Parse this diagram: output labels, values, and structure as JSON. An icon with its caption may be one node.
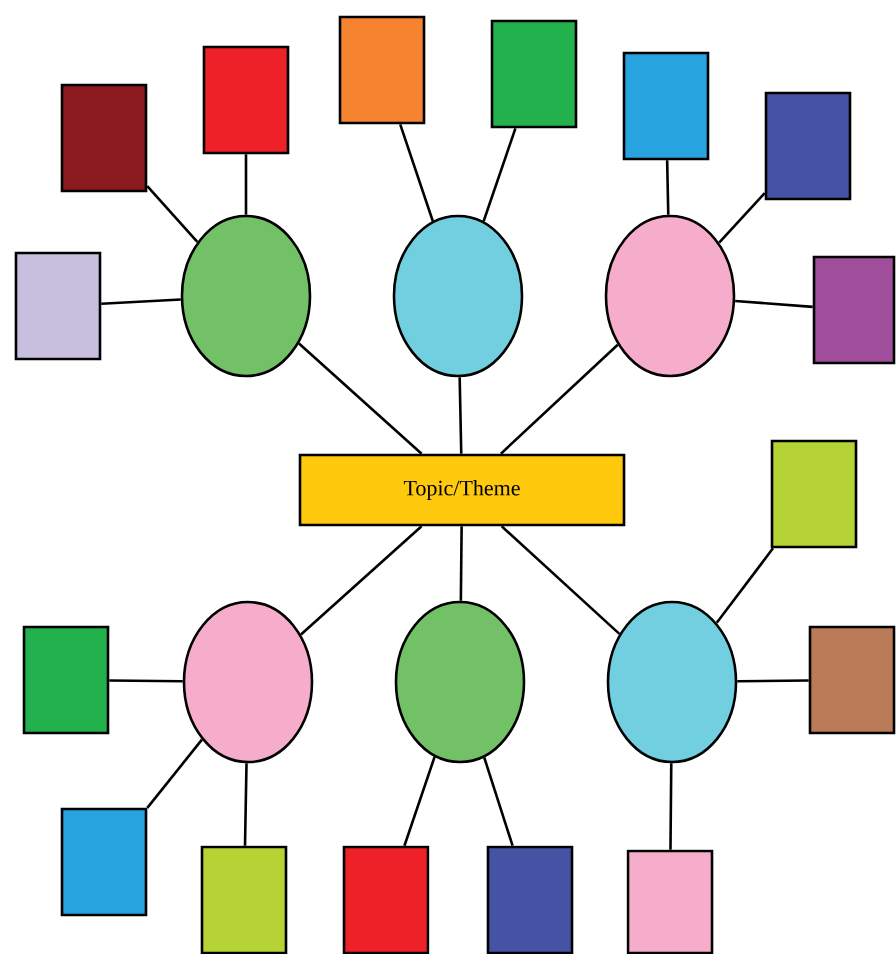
{
  "diagram": {
    "nodes": [
      {
        "text": [
          "Topic/Theme"
        ]
      },
      {
        "text": [],
        "shape": "ellipse"
      },
      {
        "text": [],
        "shape": "ellipse"
      },
      {
        "text": [],
        "shape": "ellipse"
      },
      {
        "text": [],
        "shape": "ellipse"
      },
      {
        "text": [],
        "shape": "ellipse"
      },
      {
        "text": [],
        "shape": "ellipse"
      },
      {
        "text": [],
        "shape": "box"
      },
      {
        "text": [],
        "shape": "box"
      },
      {
        "text": [],
        "shape": "box"
      },
      {
        "text": [],
        "shape": "box"
      },
      {
        "text": [],
        "shape": "box"
      },
      {
        "text": [],
        "shape": "box"
      },
      {
        "text": [],
        "shape": "box"
      },
      {
        "text": [],
        "shape": "box"
      },
      {
        "text": [],
        "shape": "box"
      },
      {
        "text": [],
        "shape": "box"
      },
      {
        "text": [],
        "shape": "box"
      },
      {
        "text": [],
        "shape": "box"
      },
      {
        "text": [],
        "shape": "box"
      },
      {
        "text": [],
        "shape": "box"
      },
      {
        "text": [],
        "shape": "box"
      },
      {
        "text": [],
        "shape": "box"
      }
    ],
    "edges": [
      {
        "from": 0,
        "to": 1,
        "arrow": "none"
      },
      {
        "from": 0,
        "to": 2,
        "arrow": "none"
      },
      {
        "from": 0,
        "to": 3,
        "arrow": "none"
      },
      {
        "from": 0,
        "to": 4,
        "arrow": "none"
      },
      {
        "from": 0,
        "to": 5,
        "arrow": "none"
      },
      {
        "from": 0,
        "to": 6,
        "arrow": "none"
      },
      {
        "from": 1,
        "to": 7,
        "arrow": "none"
      },
      {
        "from": 1,
        "to": 8,
        "arrow": "none"
      },
      {
        "from": 1,
        "to": 9,
        "arrow": "none"
      },
      {
        "from": 2,
        "to": 10,
        "arrow": "none"
      },
      {
        "from": 2,
        "to": 11,
        "arrow": "none"
      },
      {
        "from": 3,
        "to": 12,
        "arrow": "none"
      },
      {
        "from": 3,
        "to": 13,
        "arrow": "none"
      },
      {
        "from": 3,
        "to": 14,
        "arrow": "none"
      },
      {
        "from": 4,
        "to": 15,
        "arrow": "none"
      },
      {
        "from": 4,
        "to": 16,
        "arrow": "none"
      },
      {
        "from": 4,
        "to": 17,
        "arrow": "none"
      },
      {
        "from": 5,
        "to": 18,
        "arrow": "none"
      },
      {
        "from": 5,
        "to": 19,
        "arrow": "none"
      },
      {
        "from": 6,
        "to": 20,
        "arrow": "none"
      },
      {
        "from": 6,
        "to": 21,
        "arrow": "none"
      },
      {
        "from": 6,
        "to": 22,
        "arrow": "none"
      }
    ]
  }
}
